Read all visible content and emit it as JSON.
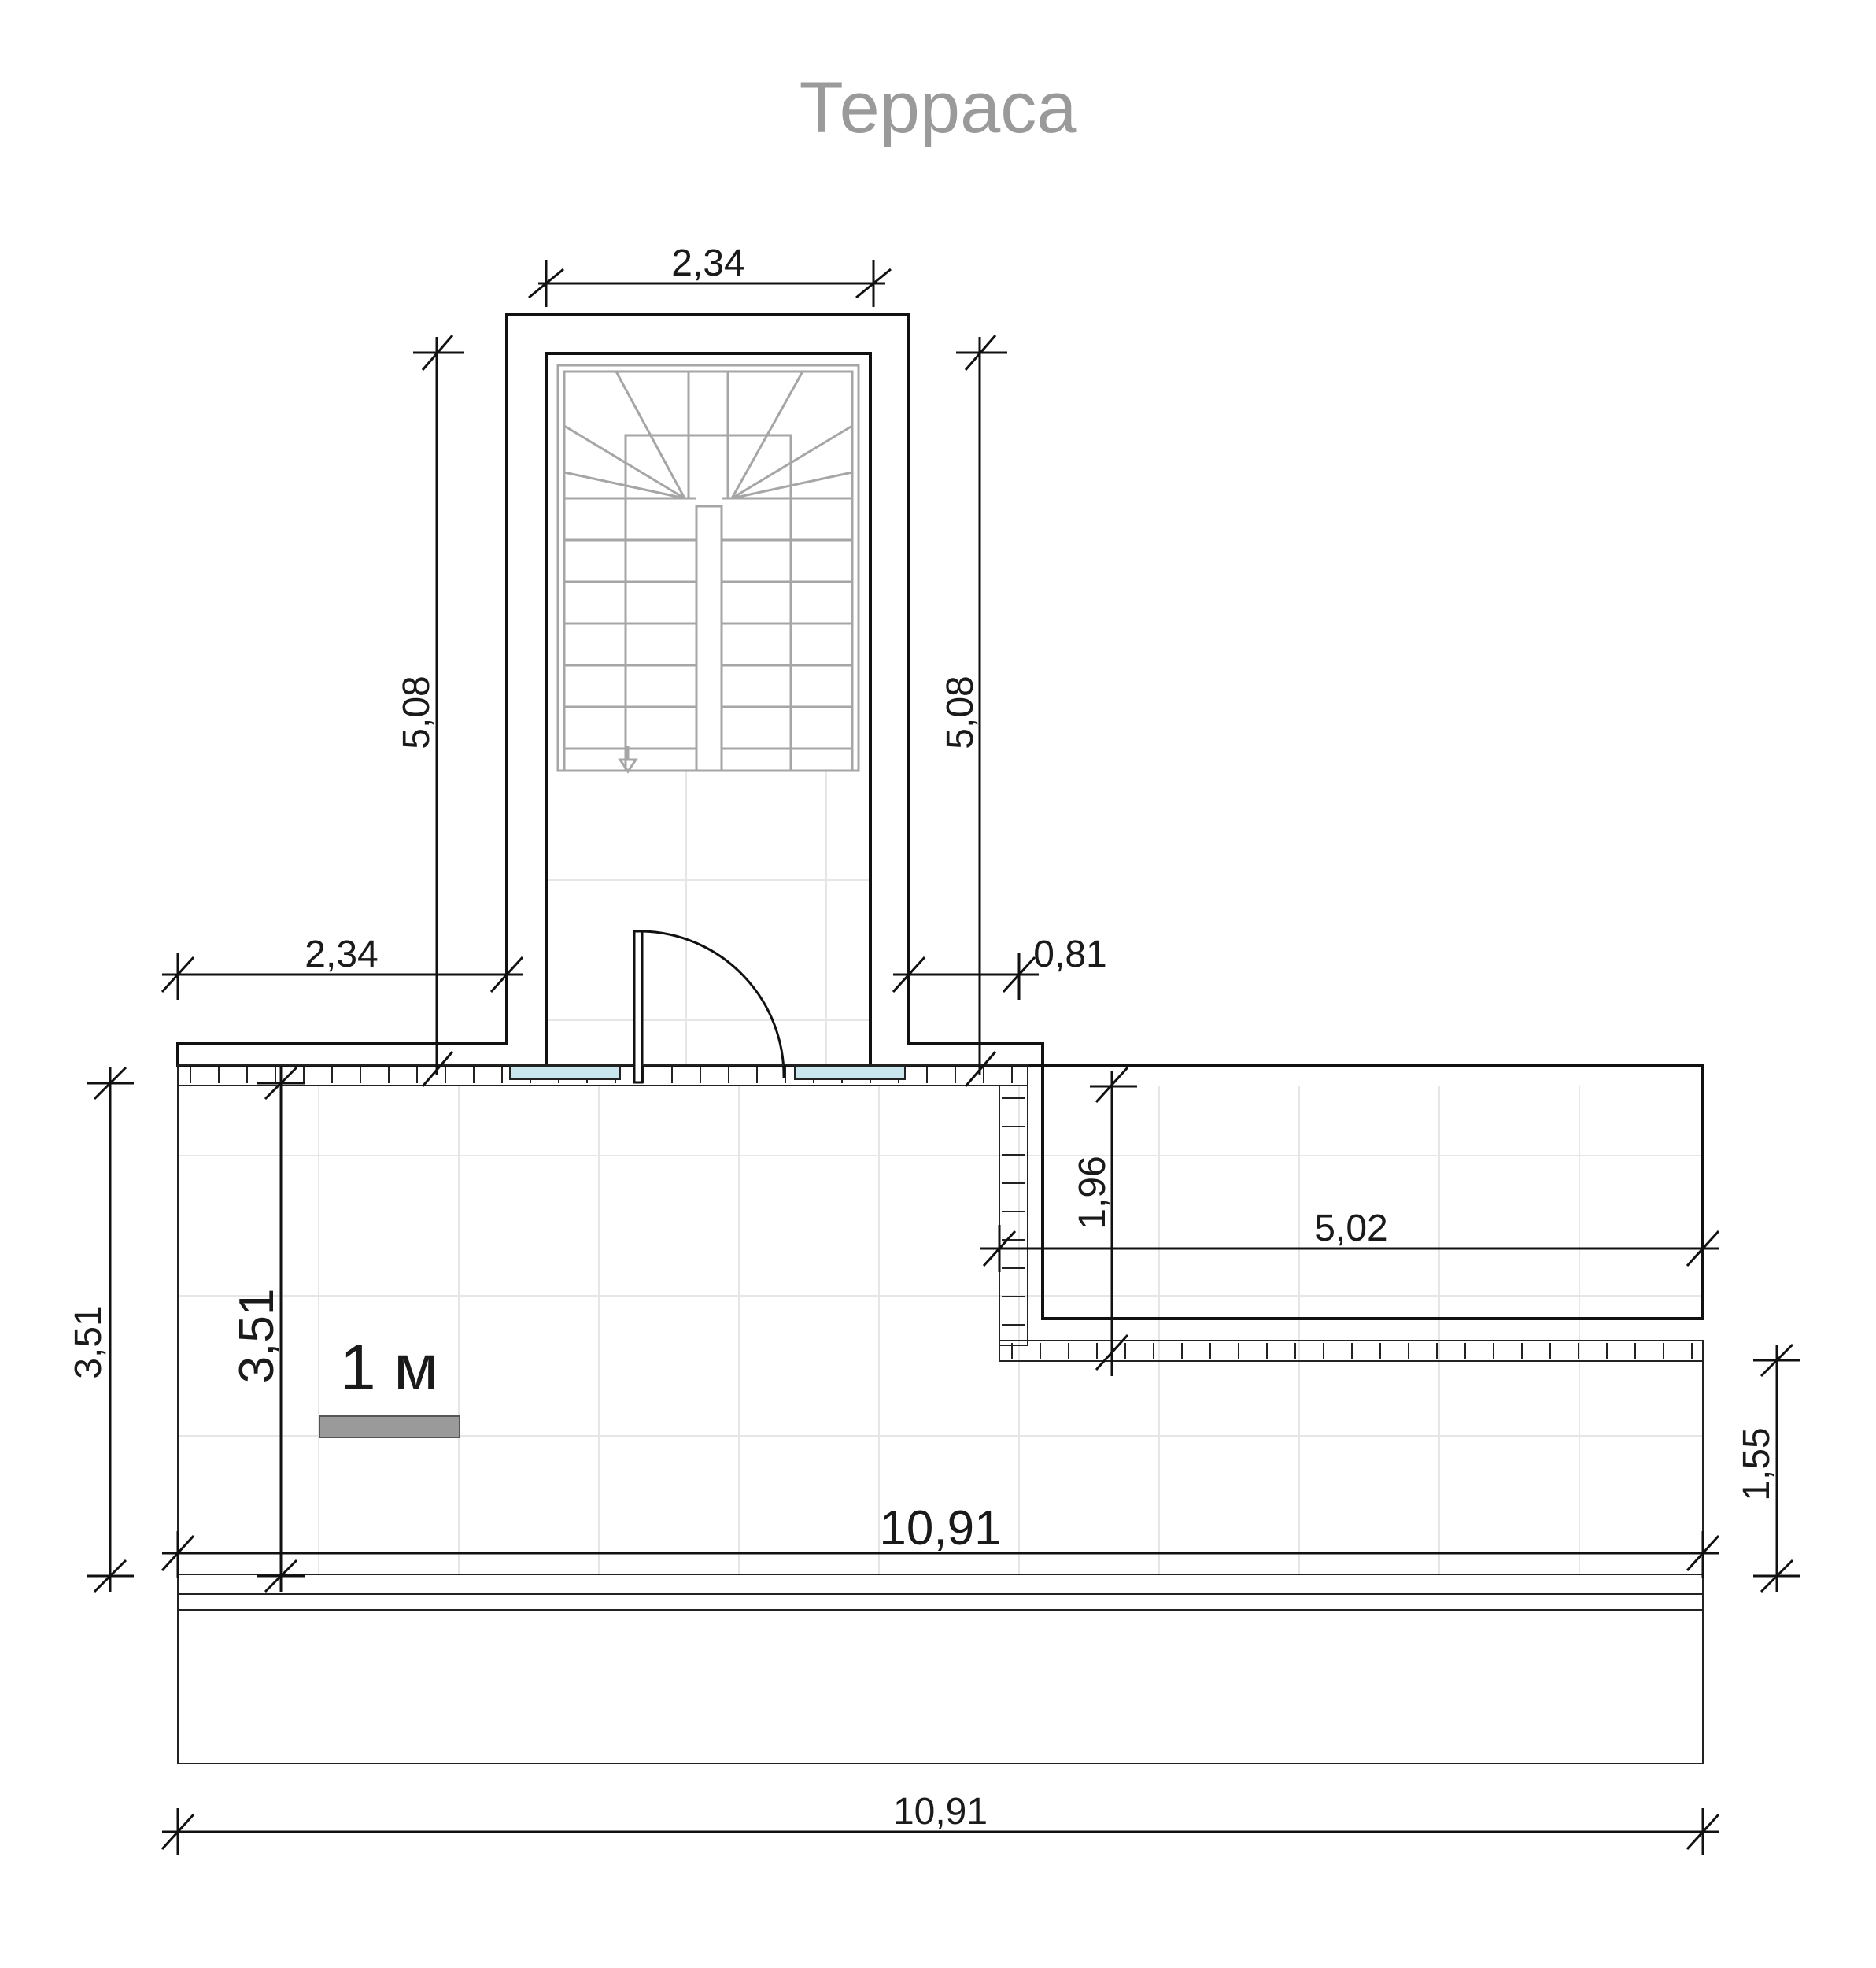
{
  "title": "Терраса",
  "scale_bar": {
    "label": "1 м",
    "color": "#9a9a9a"
  },
  "dimensions": {
    "stair_width_top": "2,34",
    "stair_left_height": "5,08",
    "stair_right_height": "5,08",
    "left_offset": "2,34",
    "right_offset": "0,81",
    "step_height": "1,96",
    "lower_wing_width": "5,02",
    "outer_left_height": "3,51",
    "inner_left_height": "3,51",
    "right_height": "1,55",
    "inner_width": "10,91",
    "total_width": "10,91"
  },
  "colors": {
    "wall": "#111111",
    "glass": "#c9e6ef",
    "grid": "#e6e6e6",
    "stair": "#a6a6a6"
  }
}
